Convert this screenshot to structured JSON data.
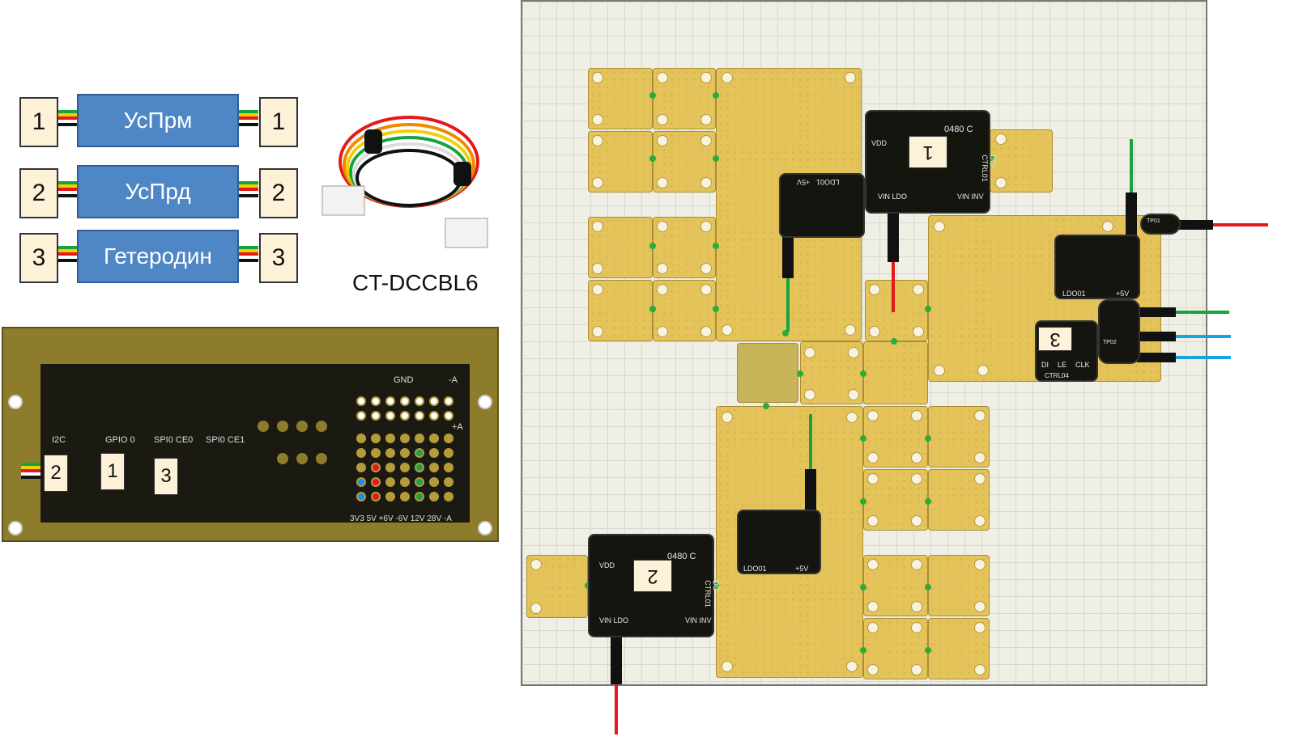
{
  "legend": {
    "rows": [
      {
        "left_tag": "1",
        "module": "УсПрм",
        "right_tag": "1"
      },
      {
        "left_tag": "2",
        "module": "УсПрд",
        "right_tag": "2"
      },
      {
        "left_tag": "3",
        "module": "Гетеродин",
        "right_tag": "3"
      }
    ]
  },
  "cable": {
    "label": "CT-DCCBL6"
  },
  "controller_board": {
    "connector_labels": [
      "I2C",
      "GPIO 0",
      "SPI0 CE0",
      "SPI0 CE1"
    ],
    "connector_tags": [
      "2",
      "1",
      "3"
    ],
    "gnd_label": "GND",
    "neg_a_label": "-A",
    "pos_a_label": "+A",
    "rail_labels": "3V3 5V +6V -6V 12V 28V -A"
  },
  "layout": {
    "controllers": [
      {
        "tag": "1",
        "part": "0480 C",
        "side": "DC-CTRL01",
        "vin": "VIN LDO",
        "vin2": "VIN INV",
        "vdd": "VDD"
      },
      {
        "tag": "2",
        "part": "0480 C",
        "side": "DC-CTRL01",
        "vin": "VIN LDO",
        "vin2": "VIN INV",
        "vdd": "VDD"
      }
    ],
    "ldo_label": "LDO01",
    "ldo_plus": "+5V",
    "synth_tag": "3",
    "synth_part": "CTRL04",
    "synth_pins": [
      "DI",
      "LE",
      "CLK"
    ],
    "tp_labels": [
      "TP01",
      "TP02"
    ]
  },
  "colors": {
    "wire_black": "#111111",
    "wire_red": "#e41a1a",
    "wire_green": "#19a340",
    "wire_blue": "#1aa3e4",
    "wire_yellow": "#f0d000",
    "module_blue": "#4f86c6",
    "gold": "#e4c45a"
  }
}
